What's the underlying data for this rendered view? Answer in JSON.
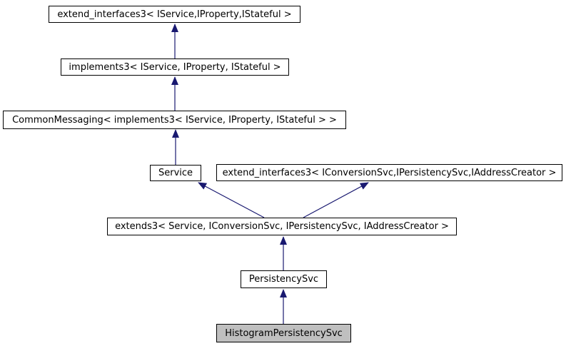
{
  "diagram": {
    "type": "class-inheritance-graph",
    "nodes": [
      {
        "id": "extend_interfaces3_iservice",
        "label": "extend_interfaces3< IService,IProperty,IStateful >",
        "highlighted": false
      },
      {
        "id": "implements3",
        "label": "implements3< IService, IProperty, IStateful >",
        "highlighted": false
      },
      {
        "id": "common_messaging",
        "label": "CommonMessaging< implements3< IService, IProperty, IStateful > >",
        "highlighted": false
      },
      {
        "id": "service",
        "label": "Service",
        "highlighted": false
      },
      {
        "id": "extend_interfaces3_iconversionsvc",
        "label": "extend_interfaces3< IConversionSvc,IPersistencySvc,IAddressCreator >",
        "highlighted": false
      },
      {
        "id": "extends3",
        "label": "extends3< Service, IConversionSvc, IPersistencySvc, IAddressCreator >",
        "highlighted": false
      },
      {
        "id": "persistency_svc",
        "label": "PersistencySvc",
        "highlighted": false
      },
      {
        "id": "histogram_persistency_svc",
        "label": "HistogramPersistencySvc",
        "highlighted": true
      }
    ],
    "edges": [
      {
        "from": "implements3",
        "to": "extend_interfaces3_iservice",
        "relation": "inherits"
      },
      {
        "from": "common_messaging",
        "to": "implements3",
        "relation": "inherits"
      },
      {
        "from": "service",
        "to": "common_messaging",
        "relation": "inherits"
      },
      {
        "from": "extends3",
        "to": "service",
        "relation": "inherits"
      },
      {
        "from": "extends3",
        "to": "extend_interfaces3_iconversionsvc",
        "relation": "inherits"
      },
      {
        "from": "persistency_svc",
        "to": "extends3",
        "relation": "inherits"
      },
      {
        "from": "histogram_persistency_svc",
        "to": "persistency_svc",
        "relation": "inherits"
      }
    ]
  },
  "colors": {
    "background": "#ffffff",
    "node_fill": "#ffffff",
    "node_border": "#000000",
    "highlight_fill": "#bfbfbf",
    "edge": "#191970"
  }
}
